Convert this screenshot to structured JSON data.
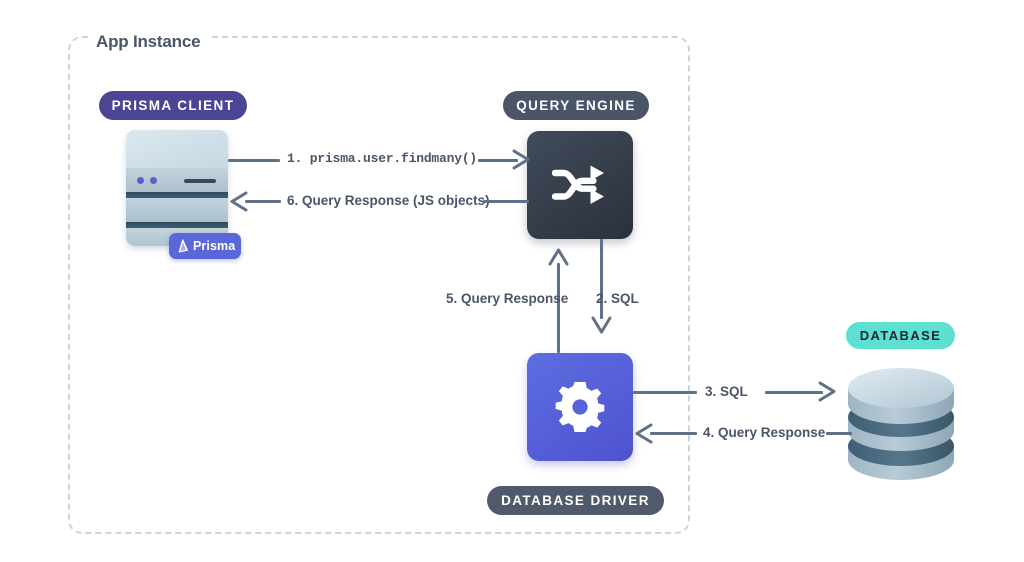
{
  "diagram": {
    "title": "App Instance",
    "container_label": "App Instance"
  },
  "badges": {
    "prisma_client": "PRISMA CLIENT",
    "query_engine": "QUERY ENGINE",
    "database_driver": "DATABASE DRIVER",
    "database": "DATABASE"
  },
  "nodes": {
    "app_instance_icon": "server-stack-icon",
    "prisma_logo_label": "Prisma",
    "query_engine_icon": "shuffle-icon",
    "database_driver_icon": "gear-icon",
    "database_icon": "database-cylinder-icon"
  },
  "edges": [
    {
      "id": "e1",
      "label": "1. prisma.user.findmany()",
      "mono": true,
      "from": "prisma-client",
      "to": "query-engine"
    },
    {
      "id": "e2",
      "label": "2. SQL",
      "mono": false,
      "from": "query-engine",
      "to": "database-driver"
    },
    {
      "id": "e3",
      "label": "3. SQL",
      "mono": false,
      "from": "database-driver",
      "to": "database"
    },
    {
      "id": "e4",
      "label": "4. Query Response",
      "mono": false,
      "from": "database",
      "to": "database-driver"
    },
    {
      "id": "e5",
      "label": "5. Query Response",
      "mono": false,
      "from": "database-driver",
      "to": "query-engine"
    },
    {
      "id": "e6",
      "label": "6. Query Response (JS objects)",
      "mono": false,
      "from": "query-engine",
      "to": "prisma-client"
    }
  ],
  "colors": {
    "prisma_client_badge": "#4b4593",
    "query_engine_badge": "#4a5568",
    "database_driver_badge": "#4f5a6b",
    "database_badge": "#5ddfd1",
    "query_engine_box": "#2b313c",
    "database_driver_box": "#5a67d8",
    "connector": "#5f7186",
    "dashed_border": "#c9d6e2",
    "text": "#4a5568"
  }
}
